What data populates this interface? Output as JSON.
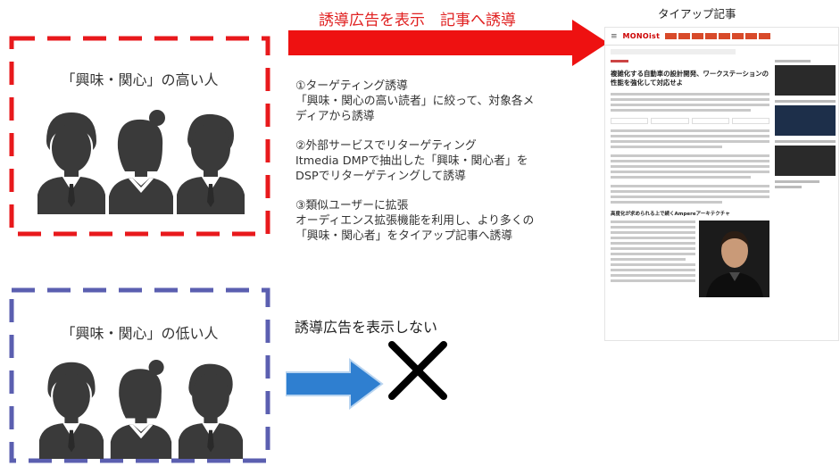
{
  "high_group": {
    "title": "「興味・関心」の高い人",
    "border_color": "#e8191c"
  },
  "low_group": {
    "title": "「興味・関心」の低い人",
    "border_color": "#5b5fb0"
  },
  "flow": {
    "show_ad_label": "誘導広告を表示　記事へ誘導",
    "no_ad_label": "誘導広告を表示しない",
    "tieup_label": "タイアップ記事",
    "red_arrow_color": "#ee1111",
    "blue_arrow_color": "#2f7fd0"
  },
  "steps": [
    {
      "lines": [
        "①ターゲティング誘導",
        "「興味・関心の高い読者」に絞って、対象各メ",
        "ディアから誘導"
      ]
    },
    {
      "lines": [
        "②外部サービスでリターゲティング",
        "Itmedia DMPで抽出した「興味・関心者」を",
        "DSPでリターゲティングして誘導"
      ]
    },
    {
      "lines": [
        "③類似ユーザーに拡張",
        "オーディエンス拡張機能を利用し、より多くの",
        "「興味・関心者」をタイアップ記事へ誘導"
      ]
    }
  ],
  "article": {
    "logo": "MONOist",
    "headline": "複雑化する自動車の設計開発、ワークステーションの性能を強化して対応せよ",
    "subhead": "高度化が求められる上で続くAmpereアーキテクチャ"
  }
}
